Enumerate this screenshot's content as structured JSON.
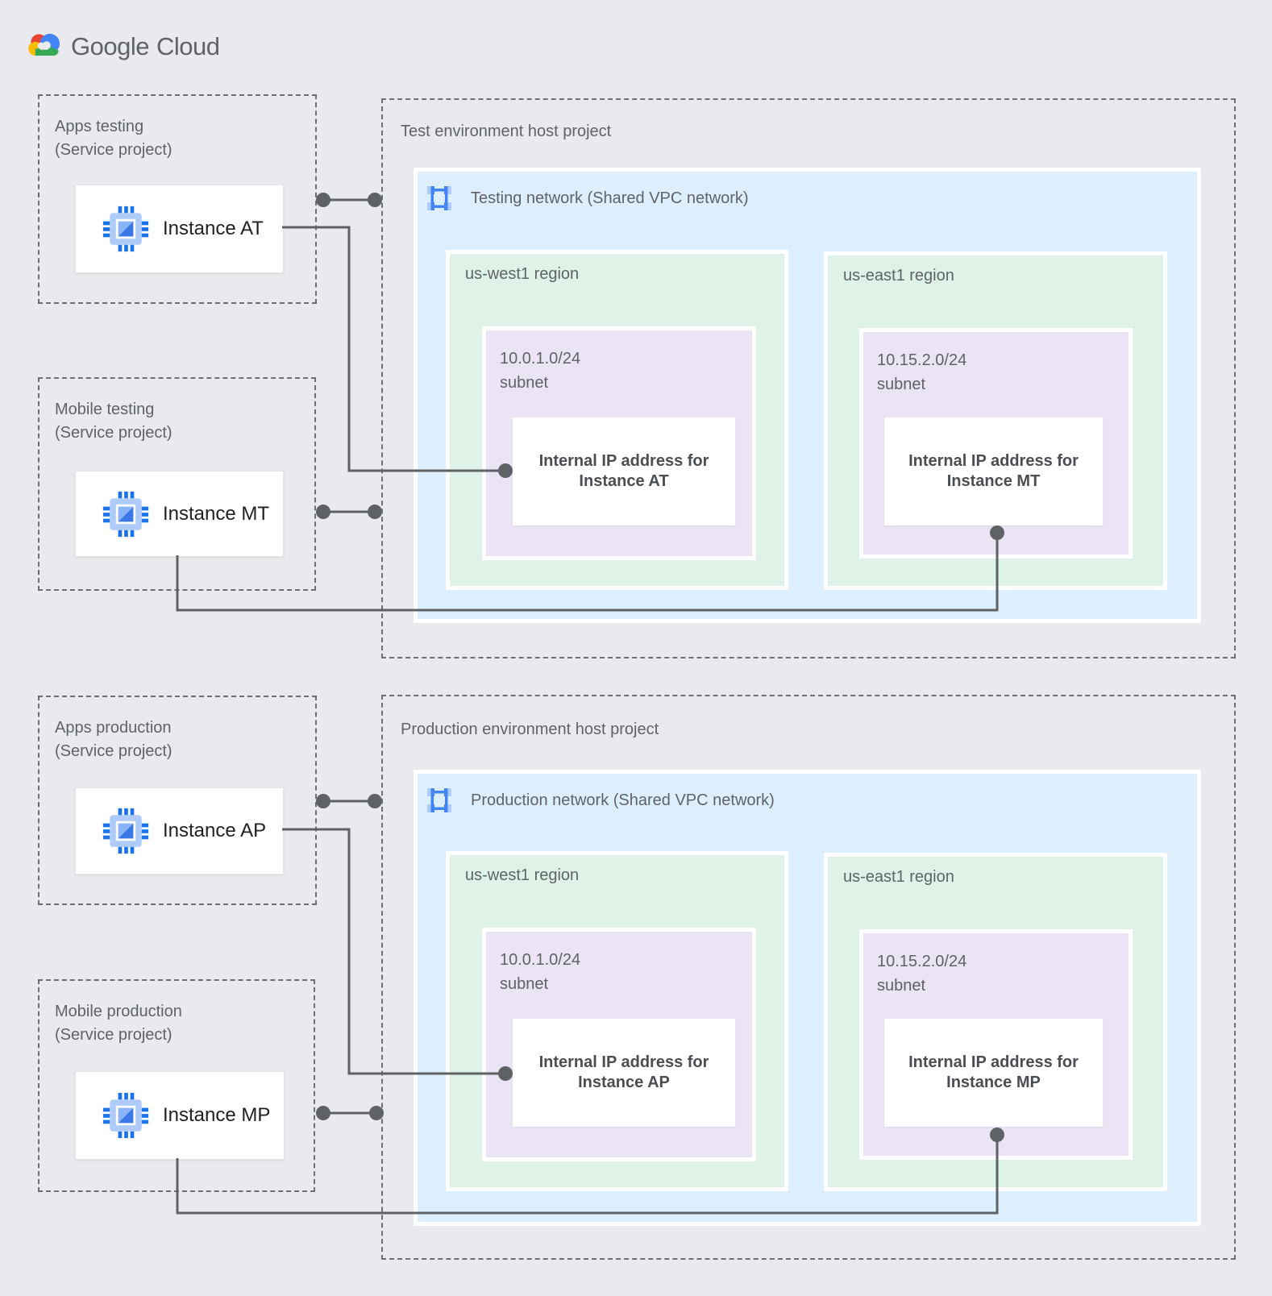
{
  "logo": {
    "brand": "Google",
    "product": "Cloud"
  },
  "colors": {
    "background": "#e8eaed",
    "network_fill": "#ddeffc",
    "region_fill": "#def2e8",
    "subnet_fill": "#eae4f4",
    "accent_blue": "#4285f4",
    "accent_blue_light": "#aecbfa",
    "connector_gray": "#5f6265"
  },
  "service_projects": [
    {
      "name": [
        "Apps testing",
        "(Service project)"
      ],
      "instance_label": "Instance AT"
    },
    {
      "name": [
        "Mobile testing",
        "(Service project)"
      ],
      "instance_label": "Instance MT"
    },
    {
      "name": [
        "Apps production",
        "(Service project)"
      ],
      "instance_label": "Instance AP"
    },
    {
      "name": [
        "Mobile production",
        "(Service project)"
      ],
      "instance_label": "Instance MP"
    }
  ],
  "host_projects": [
    {
      "title": "Test environment host project",
      "network_label": "Testing network (Shared VPC network)",
      "regions": [
        {
          "name": "us-west1 region",
          "subnet": [
            "10.0.1.0/24",
            "subnet"
          ],
          "ip": [
            "Internal IP address for",
            "Instance AT"
          ]
        },
        {
          "name": "us-east1 region",
          "subnet": [
            "10.15.2.0/24",
            "subnet"
          ],
          "ip": [
            "Internal IP address for",
            "Instance MT"
          ]
        }
      ]
    },
    {
      "title": "Production environment host project",
      "network_label": "Production network (Shared VPC network)",
      "regions": [
        {
          "name": "us-west1 region",
          "subnet": [
            "10.0.1.0/24",
            "subnet"
          ],
          "ip": [
            "Internal IP address for",
            "Instance AP"
          ]
        },
        {
          "name": "us-east1 region",
          "subnet": [
            "10.15.2.0/24",
            "subnet"
          ],
          "ip": [
            "Internal IP address for",
            "Instance MP"
          ]
        }
      ]
    }
  ]
}
